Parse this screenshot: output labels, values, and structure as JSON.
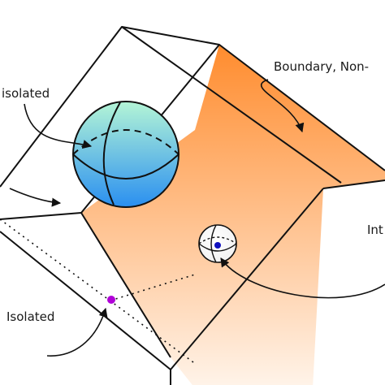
{
  "labels": {
    "top_left": "isolated",
    "top_right": "Boundary, Non-",
    "bottom_left": "Isolated",
    "right_middle": "Int"
  },
  "colors": {
    "face_top": "#ff8c2e",
    "face_bottom": "#fff4ea",
    "sphere_top": "#b4f5d6",
    "sphere_bottom": "#2a8ff0",
    "point_small_sphere": "#1010c0",
    "point_isolated": "#b000d8",
    "stroke": "#111111"
  }
}
